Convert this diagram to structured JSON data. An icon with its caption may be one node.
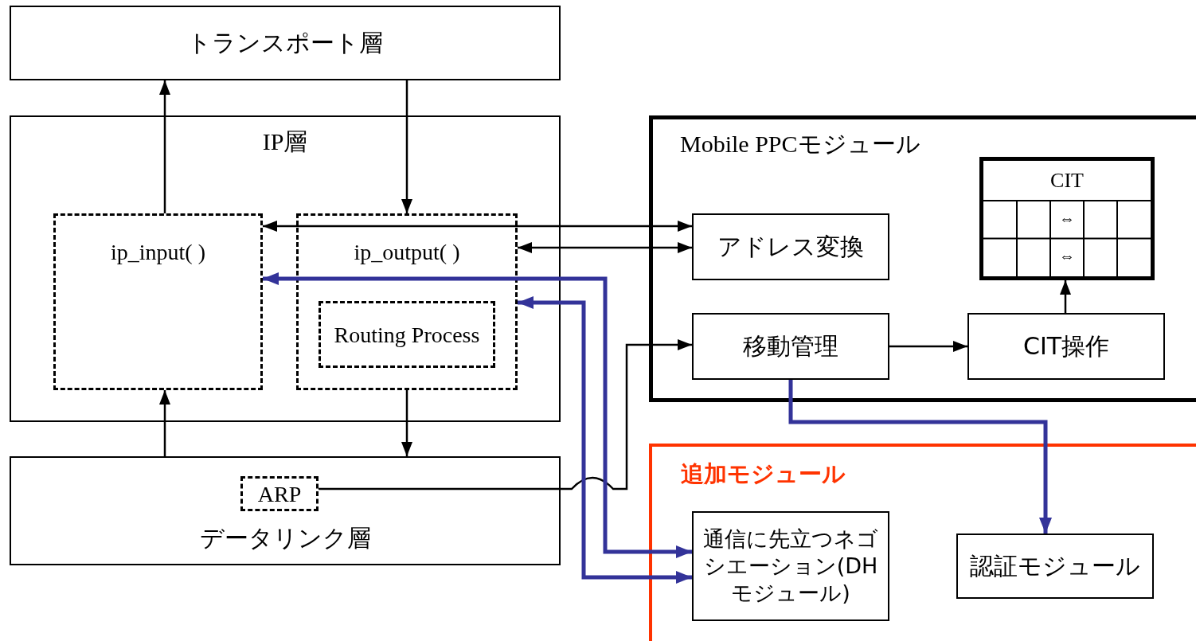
{
  "diagram": {
    "nodes": [
      {
        "text": [
          "トランスポート層"
        ]
      },
      {
        "text": [
          "IP層"
        ]
      },
      {
        "text": [
          "ip_input( )"
        ],
        "in": 1
      },
      {
        "text": [
          "ip_output( )"
        ],
        "in": 1
      },
      {
        "text": [
          "Routing Process"
        ],
        "in": 3
      },
      {
        "text": [
          "データリンク層"
        ]
      },
      {
        "text": [
          "ARP"
        ],
        "in": 5
      },
      {
        "text": [
          "Mobile PPCモジュール"
        ]
      },
      {
        "text": [
          "アドレス変換"
        ],
        "in": 7
      },
      {
        "text": [
          "移動管理"
        ],
        "in": 7
      },
      {
        "text": [
          "CIT",
          "⇔",
          "⇔"
        ],
        "in": 7
      },
      {
        "text": [
          "CIT操作"
        ],
        "in": 7
      },
      {
        "text": [
          "追加モジュール"
        ]
      },
      {
        "text": [
          "通信に先立つネゴシエーション(DHモジュール)"
        ],
        "in": 12
      },
      {
        "text": [
          "認証モジュール"
        ],
        "in": 12
      }
    ],
    "edges": [
      {
        "from": 2,
        "to": 0,
        "arrow": "to"
      },
      {
        "from": 0,
        "to": 3,
        "arrow": "to"
      },
      {
        "from": 5,
        "to": 2,
        "arrow": "to"
      },
      {
        "from": 3,
        "to": 5,
        "arrow": "to"
      },
      {
        "from": 2,
        "to": 8,
        "arrow": "both"
      },
      {
        "from": 3,
        "to": 8,
        "arrow": "both"
      },
      {
        "from": 6,
        "to": 9,
        "arrow": "to"
      },
      {
        "from": 9,
        "to": 11,
        "arrow": "to"
      },
      {
        "from": 11,
        "to": 10,
        "arrow": "to"
      },
      {
        "from": 2,
        "to": 13,
        "arrow": "both",
        "style": "thick",
        "color": "#333399"
      },
      {
        "from": 3,
        "to": 13,
        "arrow": "both",
        "style": "thick",
        "color": "#333399"
      },
      {
        "from": 9,
        "to": 14,
        "arrow": "to",
        "style": "thick",
        "color": "#333399"
      }
    ]
  }
}
